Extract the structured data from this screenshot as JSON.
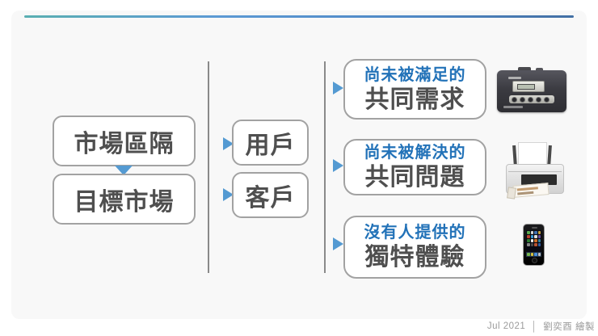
{
  "left_column": {
    "top_box": "市場區隔",
    "bottom_box": "目標市場"
  },
  "middle_column": {
    "top_box": "用戶",
    "bottom_box": "客戶"
  },
  "right_column": {
    "boxes": [
      {
        "line1": "尚未被滿足的",
        "line2": "共同需求",
        "image": "cassette-player"
      },
      {
        "line1": "尚未被解決的",
        "line2": "共同問題",
        "image": "printer"
      },
      {
        "line1": "沒有人提供的",
        "line2": "獨特體驗",
        "image": "iphone"
      }
    ]
  },
  "footer": {
    "date": "Jul 2021",
    "separator": "│",
    "credit": "劉奕酉 繪製"
  },
  "colors": {
    "card_background": "#f8f8f8",
    "box_border": "#a2a2a2",
    "dark_text": "#4f4f4f",
    "blue_heading": "#2272b8",
    "arrow_blue": "#549ad2",
    "divider_gray": "#8a8a8a",
    "footer_gray": "#9b9b9b",
    "top_gradient_left": "#49a7aa",
    "top_gradient_right": "#2e609b"
  }
}
